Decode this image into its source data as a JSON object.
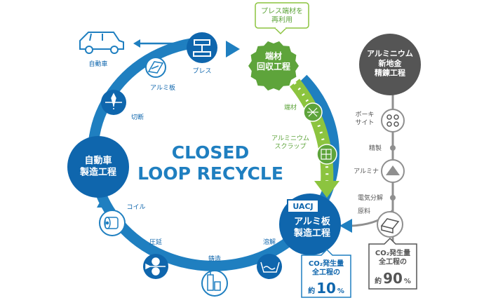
{
  "title_line1": "CLOSED",
  "title_line2": "LOOP RECYCLE",
  "colors": {
    "loop_blue": "#1f7fc0",
    "dark_blue": "#0f66ad",
    "green": "#5ea43b",
    "light_green": "#8cc43f",
    "gray": "#555555",
    "line_gray": "#8f8f8f"
  },
  "nodes": {
    "auto_process": "自動車\n製造工程",
    "aluminum_sheet_process": "アルミ板\n製造工程",
    "scrap_collection": "端材\n回収工程",
    "new_metal_process": "アルミニウム\n新地金\n精錬工程",
    "company": "UACJ"
  },
  "steps": {
    "press": "プレス",
    "car": "自動車",
    "aluminum_sheet": "アルミ板",
    "cutting": "切断",
    "coil": "コイル",
    "rolling": "圧延",
    "casting": "鋳造",
    "melting": "溶解",
    "offcut": "端材",
    "scrap": "アルミニウム\nスクラップ",
    "bauxite": "ボーキ\nサイト",
    "refining": "精製",
    "alumina": "アルミナ",
    "electrolysis": "電気分解",
    "raw_material": "原料"
  },
  "callouts": {
    "reuse": "プレス端材を\n再利用",
    "co2_label": "CO₂発生量\n全工程の",
    "co2_loop_prefix": "約",
    "co2_loop_value": "10",
    "co2_loop_unit": "%",
    "co2_new_prefix": "約",
    "co2_new_value": "90",
    "co2_new_unit": "%"
  },
  "icons": {
    "car": "car-icon",
    "sheet": "sheet-icon",
    "cut": "cut-icon",
    "coil": "coil-icon",
    "rolling": "rolling-icon",
    "casting": "casting-icon",
    "melting": "melting-icon",
    "press": "press-icon",
    "offcut": "offcut-icon",
    "scrap": "scrap-icon",
    "bauxite": "bauxite-icon",
    "alumina": "alumina-icon",
    "raw_material": "ingot-icon"
  }
}
